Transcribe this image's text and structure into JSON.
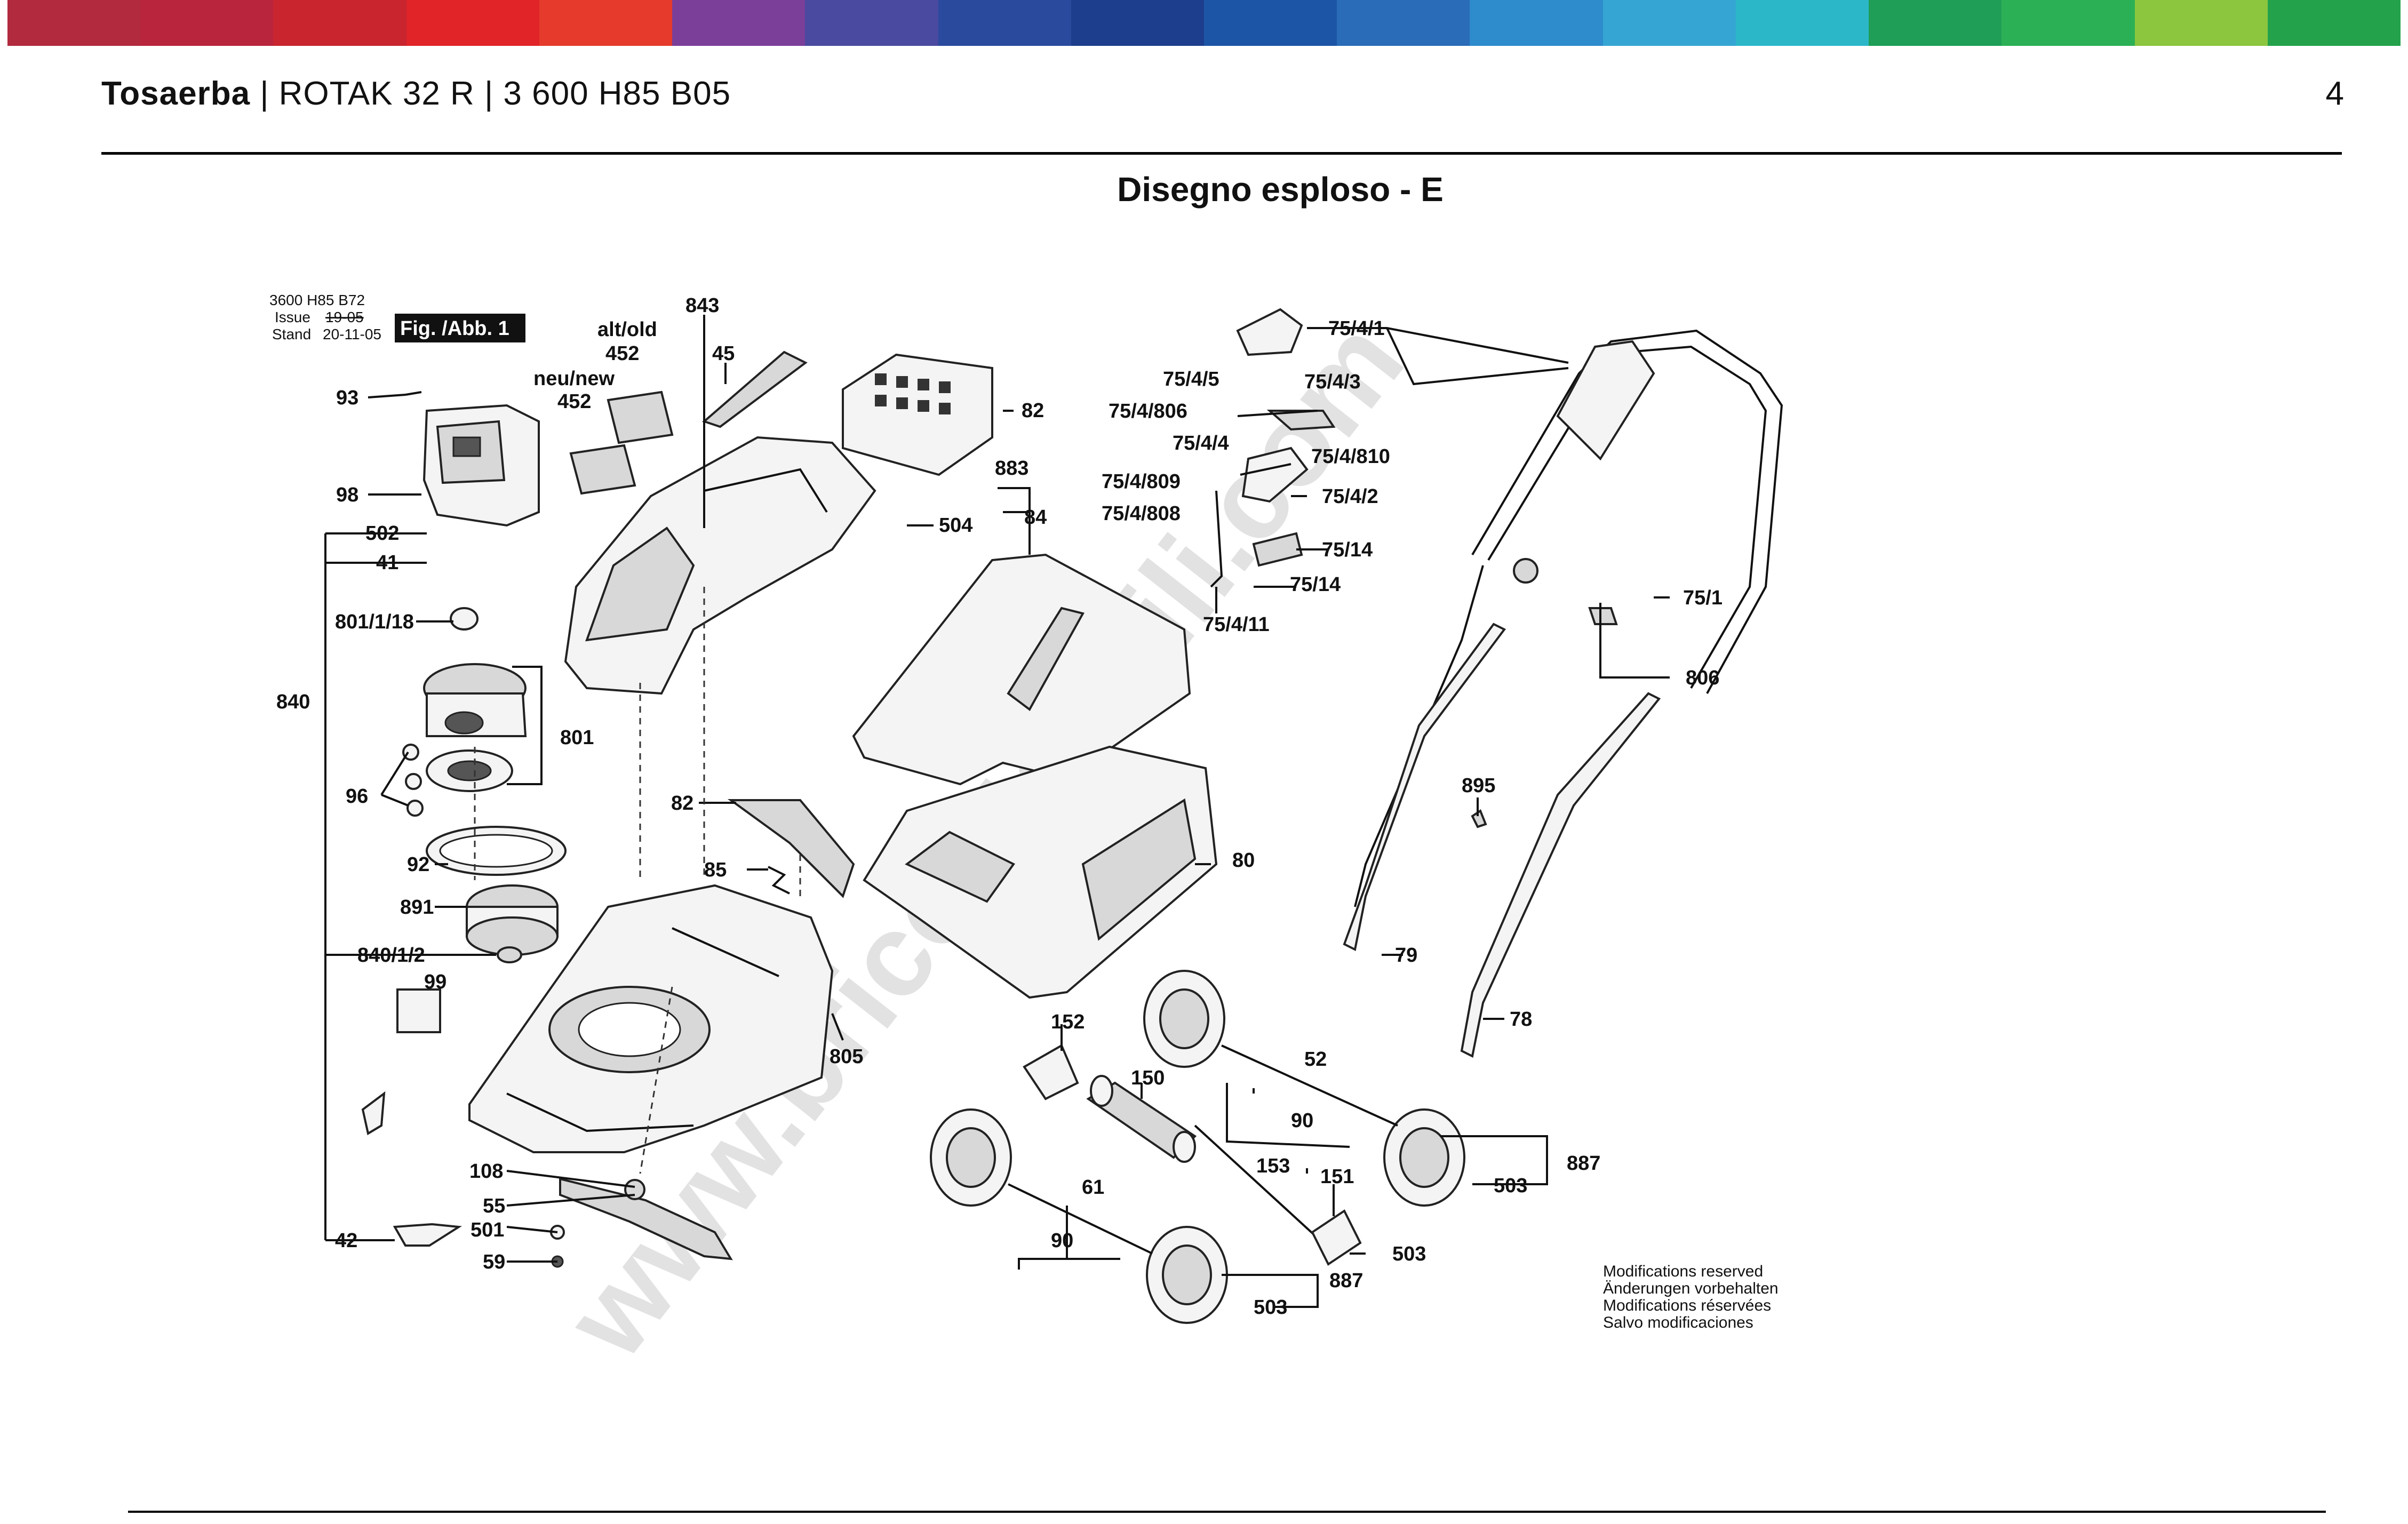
{
  "header": {
    "product_type": "Tosaerba",
    "model": "ROTAK 32 R",
    "part_number": "3 600 H85 B05",
    "page_number": "4"
  },
  "title": "Disegno esploso - E",
  "drawing_info": {
    "drawing_number": "3600 H85 B72",
    "issue_label": "Issue",
    "stand_label": "Stand",
    "issue_date_struck": "19-05",
    "issue_date": "20-11-05",
    "figure_tag": "Fig. /Abb. 1",
    "alt_old": "alt/old",
    "neu_new": "neu/new"
  },
  "part_labels": {
    "p843": "843",
    "p45": "45",
    "p452a": "452",
    "p452b": "452",
    "p93": "93",
    "p98": "98",
    "p82a": "82",
    "p504": "504",
    "p883": "883",
    "p84": "84",
    "p502": "502",
    "p41": "41",
    "p801_1_18": "801/1/18",
    "p840": "840",
    "p801": "801",
    "p96": "96",
    "p92": "92",
    "p891": "891",
    "p840_1_2": "840/1/2",
    "p99": "99",
    "p82b": "82",
    "p85": "85",
    "p80": "80",
    "p805": "805",
    "p152": "152",
    "p150": "150",
    "p52": "52",
    "p90a": "90",
    "p887a": "887",
    "p503a": "503",
    "p153": "153",
    "p151": "151",
    "p61": "61",
    "p90b": "90",
    "p503b": "503",
    "p887b": "887",
    "p503c": "503",
    "p108": "108",
    "p55": "55",
    "p501": "501",
    "p59": "59",
    "p42": "42",
    "p75_4_1": "75/4/1",
    "p75_4_5": "75/4/5",
    "p75_4_3": "75/4/3",
    "p75_4_806": "75/4/806",
    "p75_4_4": "75/4/4",
    "p75_4_810": "75/4/810",
    "p75_4_809": "75/4/809",
    "p75_4_2": "75/4/2",
    "p75_4_808": "75/4/808",
    "p75_14a": "75/14",
    "p75_14b": "75/14",
    "p75_4_11": "75/4/11",
    "p75_1": "75/1",
    "p806": "806",
    "p895": "895",
    "p79": "79",
    "p78": "78"
  },
  "footer_note": {
    "line1": "Modifications reserved",
    "line2": "Änderungen vorbehalten",
    "line3": "Modifications réservées",
    "line4": "Salvo modificaciones"
  },
  "watermark": "www.bricoutensili.com",
  "colors": {
    "band": [
      "#b22a3e",
      "#b8253d",
      "#c8252f",
      "#e02428",
      "#e53a2c",
      "#7b3f99",
      "#4a4aa0",
      "#2a4a9e",
      "#1d3e8c",
      "#1d55a6",
      "#2a6cb8",
      "#2e8bcc",
      "#35a6d4",
      "#2cb7c9",
      "#1f9e57",
      "#2cb055",
      "#8cc63f",
      "#24a24b"
    ],
    "rule": "#000000"
  }
}
